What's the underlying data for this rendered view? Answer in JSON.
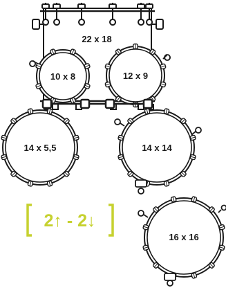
{
  "diagram": {
    "drums": [
      {
        "id": "bass",
        "label": "22 x 18"
      },
      {
        "id": "tom1",
        "label": "10 x 8"
      },
      {
        "id": "tom2",
        "label": "12 x 9"
      },
      {
        "id": "snare",
        "label": "14 x 5,5"
      },
      {
        "id": "floor1",
        "label": "14 x 14"
      },
      {
        "id": "floor2",
        "label": "16 x 16"
      }
    ],
    "notation": {
      "text": "2↑ - 2↓",
      "color": "#c6d12f"
    },
    "colors": {
      "line": "#1a1a1a",
      "fill": "#ffffff",
      "accent": "#c6d12f"
    }
  }
}
